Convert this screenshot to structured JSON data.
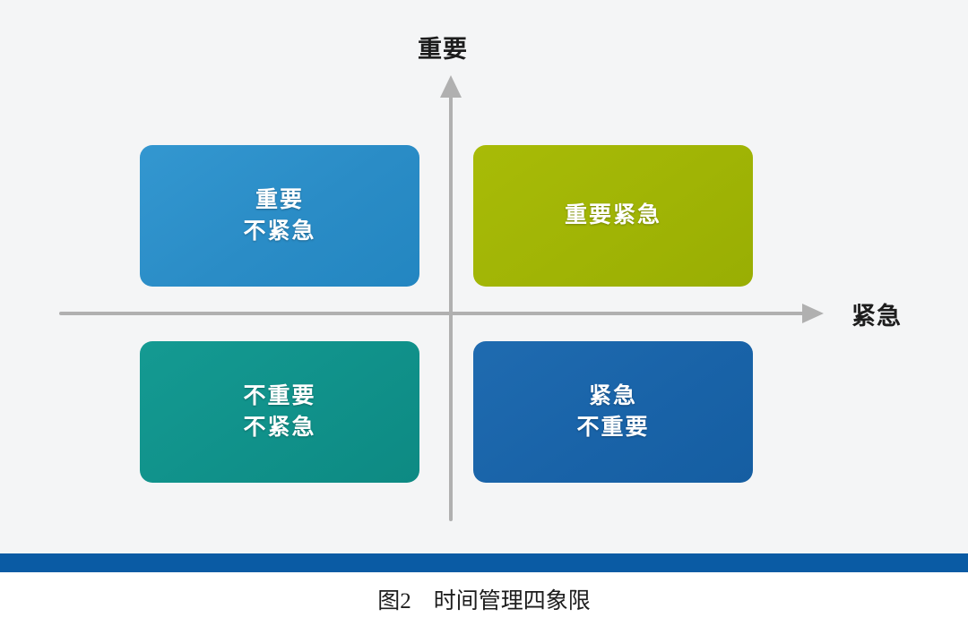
{
  "figure": {
    "caption": "图2　时间管理四象限",
    "background_color": "#f4f5f6",
    "rule_color": "#0a5ba4"
  },
  "axes": {
    "vertical": {
      "label": "重要",
      "arrow_icon": "arrow-up-icon",
      "color": "#b0b0b0"
    },
    "horizontal": {
      "label": "紧急",
      "arrow_icon": "arrow-right-icon",
      "color": "#b0b0b0"
    }
  },
  "chart_data": {
    "type": "table",
    "title": "图2　时间管理四象限",
    "xlabel": "紧急",
    "ylabel": "重要",
    "grid": false,
    "legend": "none",
    "quadrants": [
      {
        "id": "important-not-urgent",
        "position": "top-left",
        "lines": [
          "重要",
          "不紧急"
        ],
        "line1": "重要",
        "line2": "不紧急",
        "color": "#2a8cc6",
        "text_color": "#ffffff",
        "x": "not-urgent",
        "y": "important"
      },
      {
        "id": "important-urgent",
        "position": "top-right",
        "lines": [
          "重要紧急"
        ],
        "line1": "重要紧急",
        "line2": "",
        "color": "#a0b405",
        "text_color": "#ffffff",
        "x": "urgent",
        "y": "important"
      },
      {
        "id": "not-important-not-urgent",
        "position": "bottom-left",
        "lines": [
          "不重要",
          "不紧急"
        ],
        "line1": "不重要",
        "line2": "不紧急",
        "color": "#10918a",
        "text_color": "#ffffff",
        "x": "not-urgent",
        "y": "not-important"
      },
      {
        "id": "urgent-not-important",
        "position": "bottom-right",
        "lines": [
          "紧急",
          "不重要"
        ],
        "line1": "紧急",
        "line2": "不重要",
        "color": "#1963a8",
        "text_color": "#ffffff",
        "x": "urgent",
        "y": "not-important"
      }
    ]
  }
}
